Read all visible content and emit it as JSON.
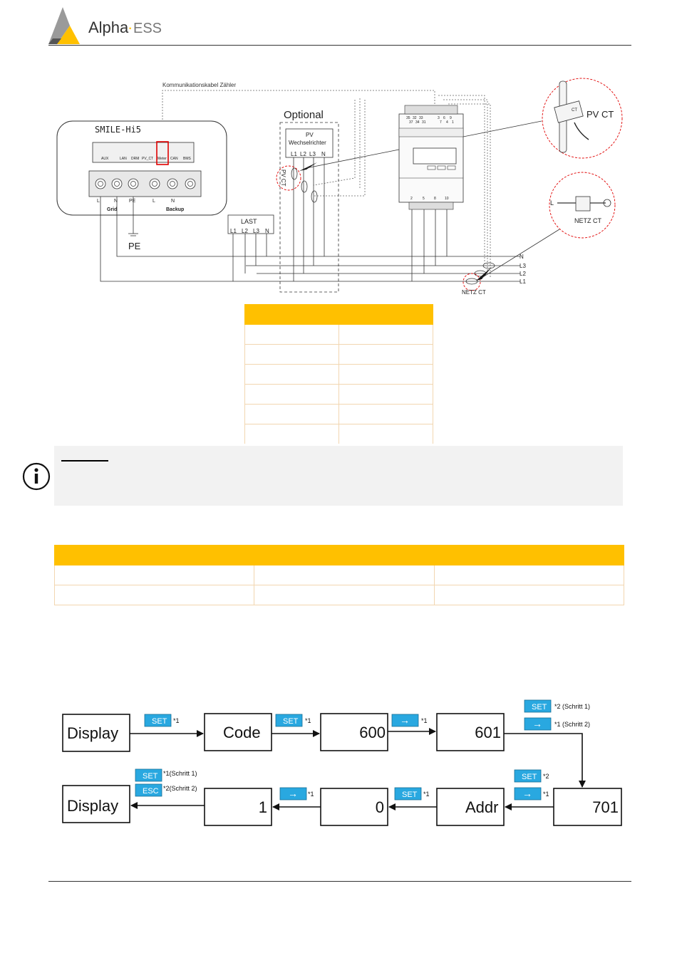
{
  "header": {
    "logo_text_main": "Alpha",
    "logo_text_dot": "·",
    "logo_text_suffix": "ESS"
  },
  "wiring_diagram": {
    "cable_label": "Kommunikationskabel Zähler",
    "device_name": "SMILE-Hi5",
    "port_labels": [
      "AUX",
      "LAN",
      "DRM",
      "PV_CT",
      "Meter",
      "CAN",
      "BMS"
    ],
    "terminal_labels": [
      "L",
      "N",
      "PE",
      "L",
      "N"
    ],
    "grid_label": "Grid",
    "backup_label": "Backup",
    "pe_label": "PE",
    "optional_label": "Optional",
    "pv_inverter_label_1": "PV",
    "pv_inverter_label_2": "Wechselrichter",
    "pv_phase_labels": [
      "L1",
      "L2",
      "L3",
      "N"
    ],
    "pv_ct_small": "PV CT",
    "last_label": "LAST",
    "last_phase_labels": [
      "L1",
      "L2",
      "L3",
      "N"
    ],
    "meter_top_numbers": [
      "35",
      "32",
      "33",
      "3",
      "6",
      "9"
    ],
    "meter_top_numbers_2": [
      "37",
      "34",
      "31",
      "7",
      "4",
      "1"
    ],
    "meter_bottom_numbers": [
      "2",
      "5",
      "8",
      "10"
    ],
    "bus_labels": [
      "N",
      "L3",
      "L2",
      "L1"
    ],
    "netz_ct_label": "NETZ CT",
    "pv_ct_zoom_label": "PV CT",
    "ct_tag": "CT",
    "netz_ct_zoom_label": "NETZ CT",
    "netz_zoom_l": "L"
  },
  "table1": {
    "rows": 6
  },
  "note": {
    "title": "",
    "text": ""
  },
  "table2": {
    "rows": 2
  },
  "flow": {
    "boxes_row1": [
      "Display",
      "Code",
      "600",
      "601"
    ],
    "boxes_row2": [
      "Display",
      "1",
      "0",
      "Addr",
      "701"
    ],
    "keys": {
      "set": "SET",
      "esc": "ESC",
      "arrow": "→"
    },
    "annotations": {
      "star1": "*1",
      "star2": "*2",
      "star2_step1": "*2 (Schritt 1)",
      "star1_step2": "*1 (Schritt 2)",
      "star1_step1": "*1(Schritt 1)",
      "star2_step2": "*2(Schritt 2)"
    }
  },
  "colors": {
    "accent_yellow": "#ffc000",
    "key_blue": "#29a8e0",
    "ct_red": "#e00000"
  }
}
